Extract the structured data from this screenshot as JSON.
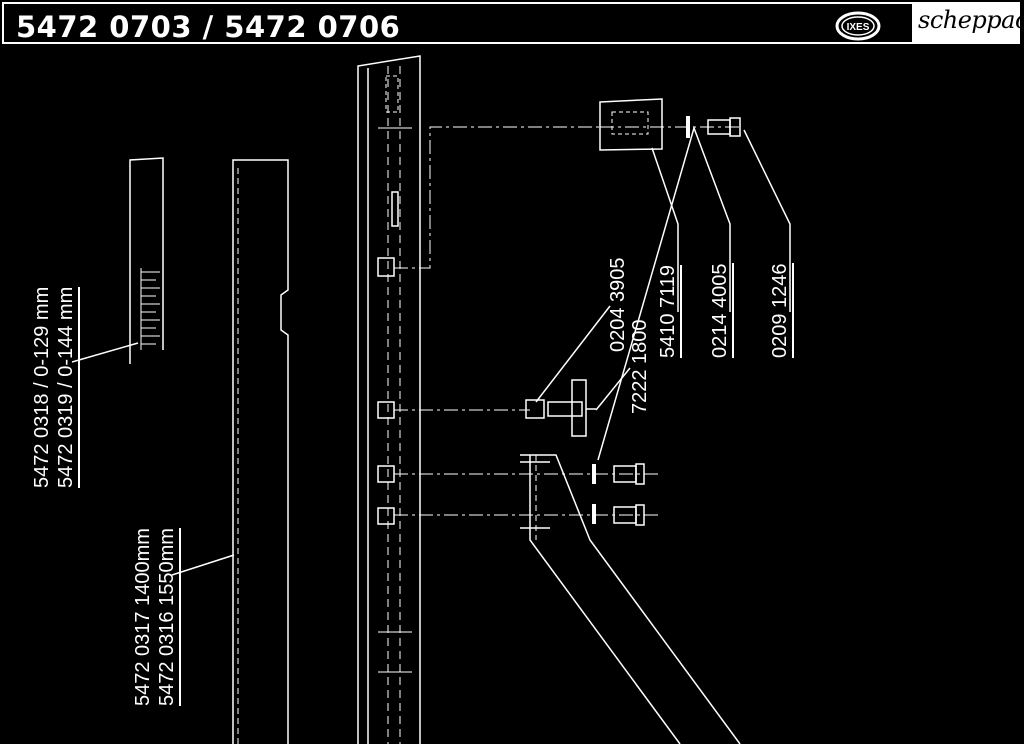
{
  "header": {
    "title": "5472 0703 / 5472 0706",
    "brand": "scheppach",
    "cert_logo_text": "IXES"
  },
  "parts": {
    "scale": {
      "line1": "5472 0318 / 0-129 mm",
      "line2": "5472 0319 / 0-144 mm"
    },
    "rail": {
      "line1": "5472 0317 1400mm",
      "line2": "5472 0316 1550mm"
    },
    "p0204_3905": "0204 3905",
    "p7222_1800": "7222 1800",
    "p5410_7119": "5410 7119",
    "p0214_4005": "0214 4005",
    "p0209_1246": "0209 1246"
  },
  "colors": {
    "background": "#000000",
    "line": "#ffffff"
  }
}
